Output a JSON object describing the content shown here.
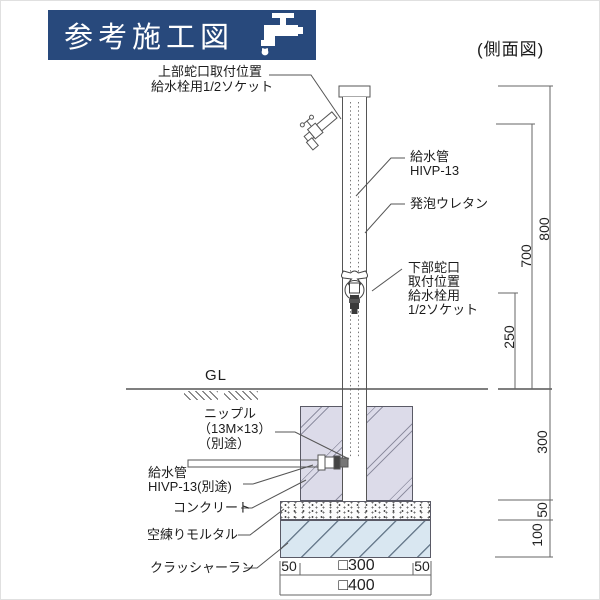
{
  "banner": {
    "title": "参考施工図",
    "bg_color": "#28497c",
    "text_color": "#ffffff",
    "icon": "faucet-icon"
  },
  "view_label": "(側面図)",
  "labels": {
    "upper_faucet": [
      "上部蛇口取付位置",
      "給水栓用1/2ソケット"
    ],
    "supply_pipe": [
      "給水管",
      "HIVP-13"
    ],
    "foam": "発泡ウレタン",
    "lower_faucet": [
      "下部蛇口",
      "取付位置",
      "給水栓用",
      "1/2ソケット"
    ],
    "ground_level": "GL",
    "nipple": [
      "ニップル",
      "（13M×13）",
      "（別途）"
    ],
    "supply_pipe_buried": [
      "給水管",
      "HIVP-13(別途)"
    ],
    "concrete": "コンクリート",
    "dry_mortar": "空練りモルタル",
    "crusher_run": "クラッシャーラン"
  },
  "dimensions": {
    "height_overall": "800",
    "height_upper_faucet": "700",
    "height_lower_faucet": "250",
    "depth_concrete": "300",
    "mortar_thickness": "50",
    "crusher_thickness": "100",
    "bottom_left_margin": "50",
    "bottom_concrete_width": "□300",
    "bottom_right_margin": "50",
    "bottom_overall_width": "□400"
  }
}
